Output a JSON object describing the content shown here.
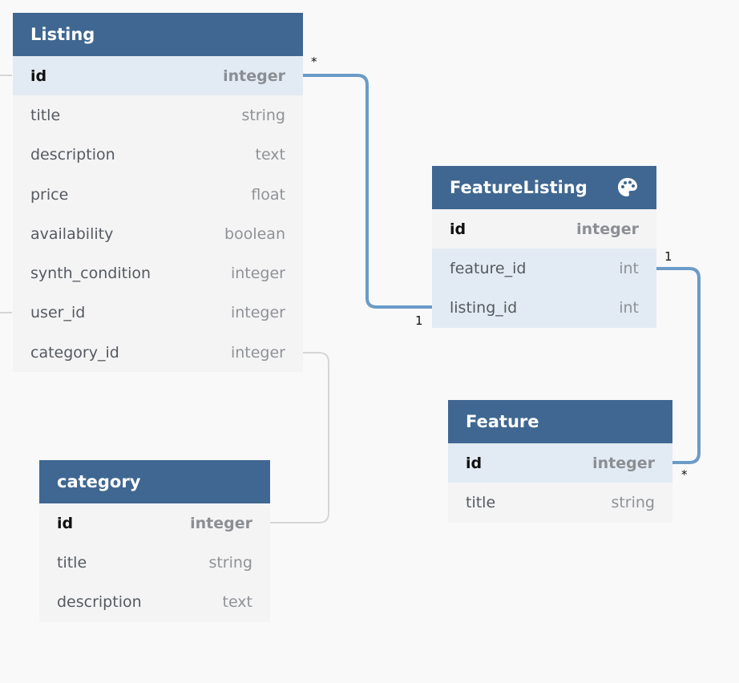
{
  "tables": {
    "listing": {
      "name": "Listing",
      "columns": [
        {
          "name": "id",
          "type": "integer"
        },
        {
          "name": "title",
          "type": "string"
        },
        {
          "name": "description",
          "type": "text"
        },
        {
          "name": "price",
          "type": "float"
        },
        {
          "name": "availability",
          "type": "boolean"
        },
        {
          "name": "synth_condition",
          "type": "integer"
        },
        {
          "name": "user_id",
          "type": "integer"
        },
        {
          "name": "category_id",
          "type": "integer"
        }
      ]
    },
    "feature_listing": {
      "name": "FeatureListing",
      "icon": "palette-icon",
      "columns": [
        {
          "name": "id",
          "type": "integer"
        },
        {
          "name": "feature_id",
          "type": "int"
        },
        {
          "name": "listing_id",
          "type": "int"
        }
      ]
    },
    "feature": {
      "name": "Feature",
      "columns": [
        {
          "name": "id",
          "type": "integer"
        },
        {
          "name": "title",
          "type": "string"
        }
      ]
    },
    "category": {
      "name": "category",
      "columns": [
        {
          "name": "id",
          "type": "integer"
        },
        {
          "name": "title",
          "type": "string"
        },
        {
          "name": "description",
          "type": "text"
        }
      ]
    }
  },
  "relations": {
    "listing_to_featurelisting": {
      "from_card": "*",
      "to_card": "1"
    },
    "featurelisting_to_feature": {
      "from_card": "1",
      "to_card": "*"
    }
  },
  "colors": {
    "header": "#3f6791",
    "connector_active": "#6b9bc7",
    "connector_inactive": "#d5d6d8",
    "row_highlight": "#e2ebf3",
    "background": "#f9f9fa"
  }
}
